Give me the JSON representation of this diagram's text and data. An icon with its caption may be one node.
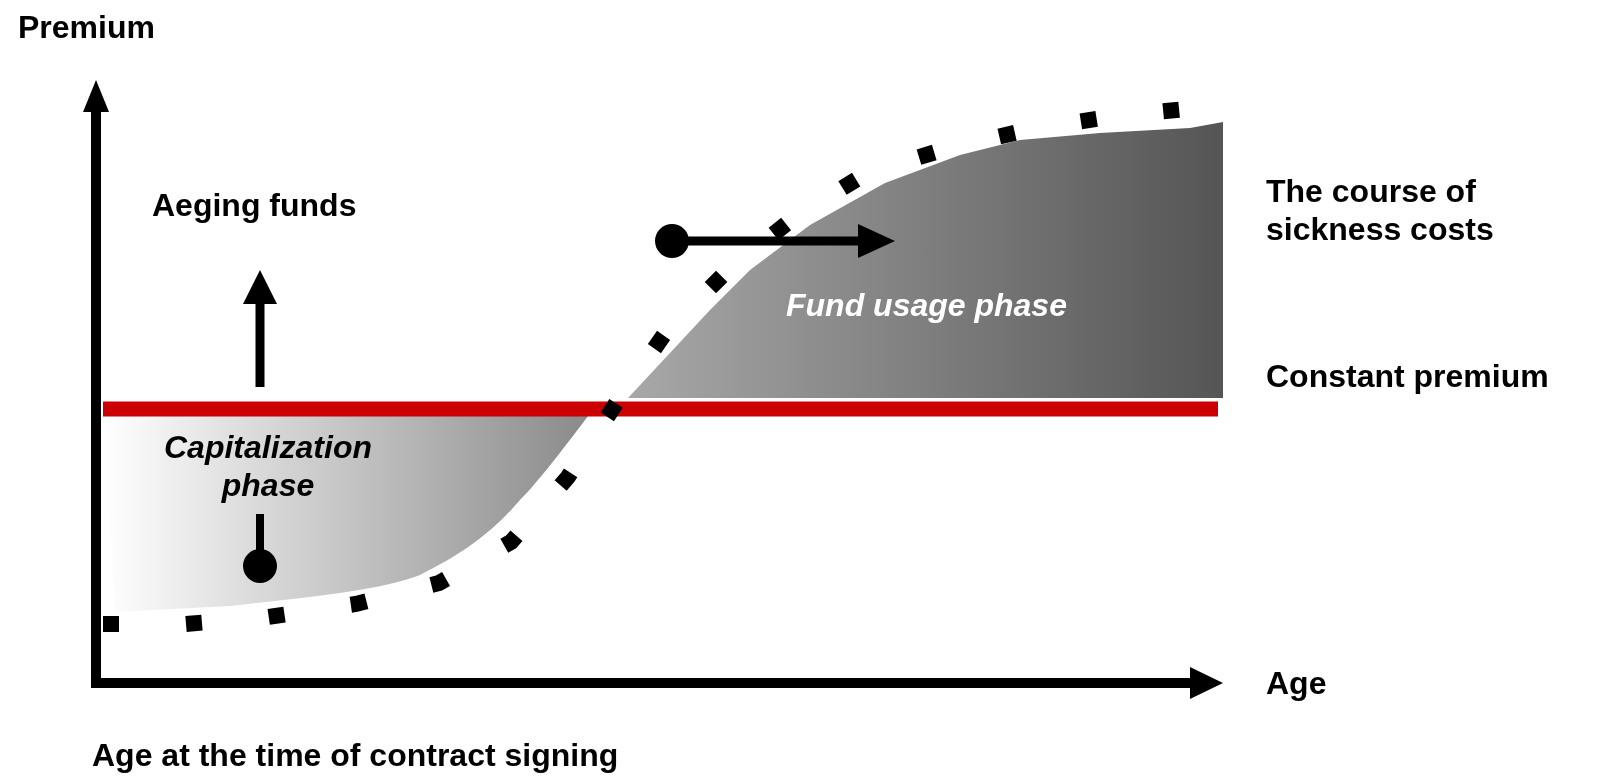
{
  "diagram": {
    "labels": [
      "Premium",
      "Aeging funds",
      "The course of sickness costs",
      "Fund usage phase",
      "Constant premium",
      "Capitalization phase",
      "Age",
      "Age at the time of contract signing"
    ]
  }
}
